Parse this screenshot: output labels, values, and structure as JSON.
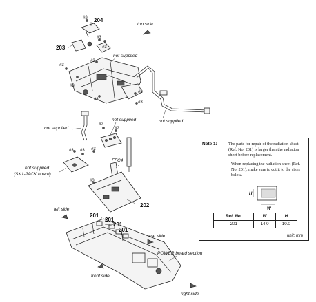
{
  "labels": {
    "screw3": "#3",
    "screw2": "#2",
    "ref204": "204",
    "ref203": "203",
    "ref202": "202",
    "ref201": "201",
    "not_supplied": "not supplied",
    "not_supplied_jack": "(SK1-JACK board)",
    "ffc4": "FFC4",
    "top_side": "top side",
    "left_side": "left side",
    "rear_side": "rear side",
    "front_side": "front side",
    "right_side": "right side",
    "power_board_section": "POWER board section"
  },
  "note": {
    "label": "Note 1:",
    "paragraph1": "The parts for repair of the radiation sheet (Ref. No. 201) is larger than the radiation sheet before replacement.",
    "paragraph2": "When replacing the radiation sheet (Ref. No. 201), make sure to cut it to the sizes below.",
    "dim_h": "H",
    "dim_w": "W",
    "table_headers": [
      "Ref. No.",
      "W",
      "H"
    ],
    "table_row": [
      "201",
      "14.0",
      "10.0"
    ],
    "unit": "unit: mm"
  }
}
